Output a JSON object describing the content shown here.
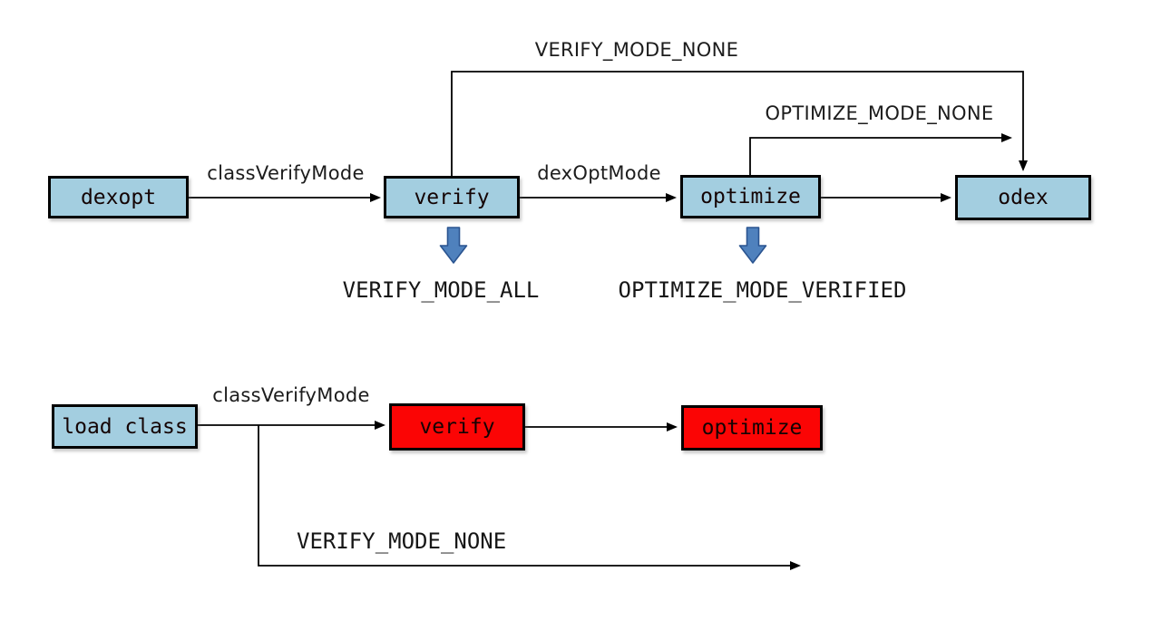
{
  "colors": {
    "node_blue": "#a3cee0",
    "node_red": "#fb0505",
    "down_arrow_fill": "#4f81bd",
    "down_arrow_border": "#2a5490",
    "line": "#000000"
  },
  "flow_dexopt": {
    "nodes": [
      {
        "label": "dexopt"
      },
      {
        "label": "verify"
      },
      {
        "label": "optimize"
      },
      {
        "label": "odex"
      }
    ],
    "edge_labels": [
      {
        "text": "classVerifyMode"
      },
      {
        "text": "dexOptMode"
      }
    ],
    "bypass_labels": [
      {
        "text": "VERIFY_MODE_NONE"
      },
      {
        "text": "OPTIMIZE_MODE_NONE"
      }
    ],
    "mode_labels": [
      {
        "text": "VERIFY_MODE_ALL"
      },
      {
        "text": "OPTIMIZE_MODE_VERIFIED"
      }
    ]
  },
  "flow_load_class": {
    "nodes": [
      {
        "label": "load class"
      },
      {
        "label": "verify"
      },
      {
        "label": "optimize"
      }
    ],
    "edge_label": "classVerifyMode",
    "bypass_label": "VERIFY_MODE_NONE"
  }
}
